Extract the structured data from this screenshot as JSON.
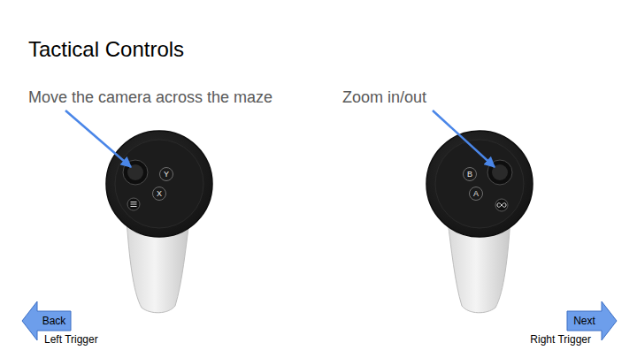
{
  "diagram": {
    "title": "Tactical Controls",
    "nodes": [
      {
        "text": [
          "Y"
        ]
      },
      {
        "text": [
          "X"
        ]
      },
      {
        "text": [
          "B"
        ]
      },
      {
        "text": [
          "A"
        ]
      },
      {
        "text": [
          "Back",
          "Left Trigger"
        ]
      },
      {
        "text": [
          "Next",
          "Right Trigger"
        ]
      }
    ],
    "labels": [
      "Move the camera across the maze",
      "Zoom in/out"
    ]
  }
}
